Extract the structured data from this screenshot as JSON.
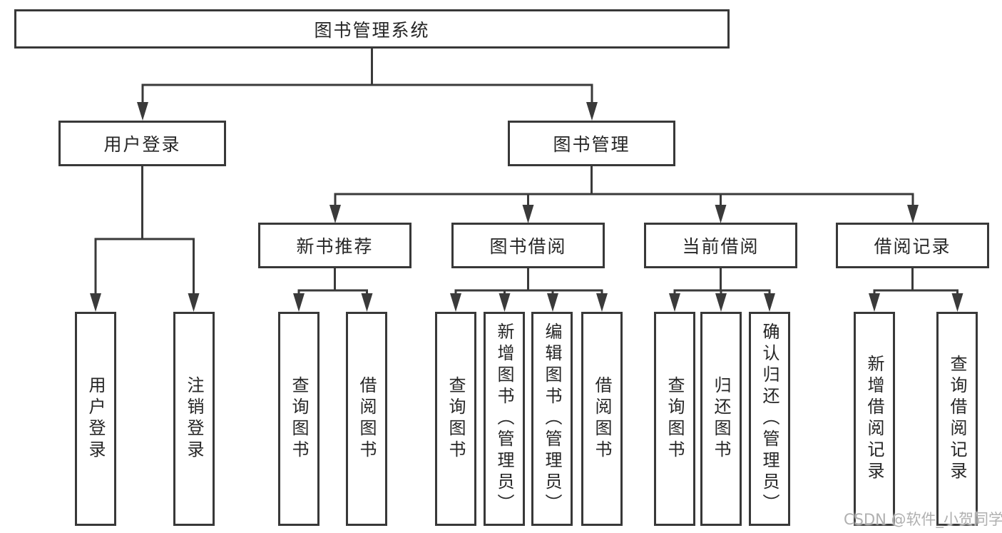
{
  "diagram": {
    "title": "图书管理系统",
    "root": {
      "label": "图书管理系统"
    },
    "level2": [
      {
        "label": "用户登录"
      },
      {
        "label": "图书管理"
      }
    ],
    "level3": [
      {
        "label": "新书推荐",
        "parent": "图书管理"
      },
      {
        "label": "图书借阅",
        "parent": "图书管理"
      },
      {
        "label": "当前借阅",
        "parent": "图书管理"
      },
      {
        "label": "借阅记录",
        "parent": "图书管理"
      }
    ],
    "leaves": [
      {
        "label": "用户登录",
        "parent": "用户登录"
      },
      {
        "label": "注销登录",
        "parent": "用户登录"
      },
      {
        "label": "查询图书",
        "parent": "新书推荐"
      },
      {
        "label": "借阅图书",
        "parent": "新书推荐"
      },
      {
        "label": "查询图书",
        "parent": "图书借阅"
      },
      {
        "label": "新增图书（管理员）",
        "parent": "图书借阅"
      },
      {
        "label": "编辑图书（管理员）",
        "parent": "图书借阅"
      },
      {
        "label": "借阅图书",
        "parent": "图书借阅"
      },
      {
        "label": "查询图书",
        "parent": "当前借阅"
      },
      {
        "label": "归还图书",
        "parent": "当前借阅"
      },
      {
        "label": "确认归还（管理员）",
        "parent": "当前借阅"
      },
      {
        "label": "新增借阅记录",
        "parent": "借阅记录"
      },
      {
        "label": "查询借阅记录",
        "parent": "借阅记录"
      }
    ]
  },
  "watermark": "CSDN @软件_小贺同学",
  "colors": {
    "line": "#3a3a3a",
    "box_border": "#383838",
    "text": "#262626",
    "watermark": "#b0b0b0",
    "background": "#ffffff"
  }
}
